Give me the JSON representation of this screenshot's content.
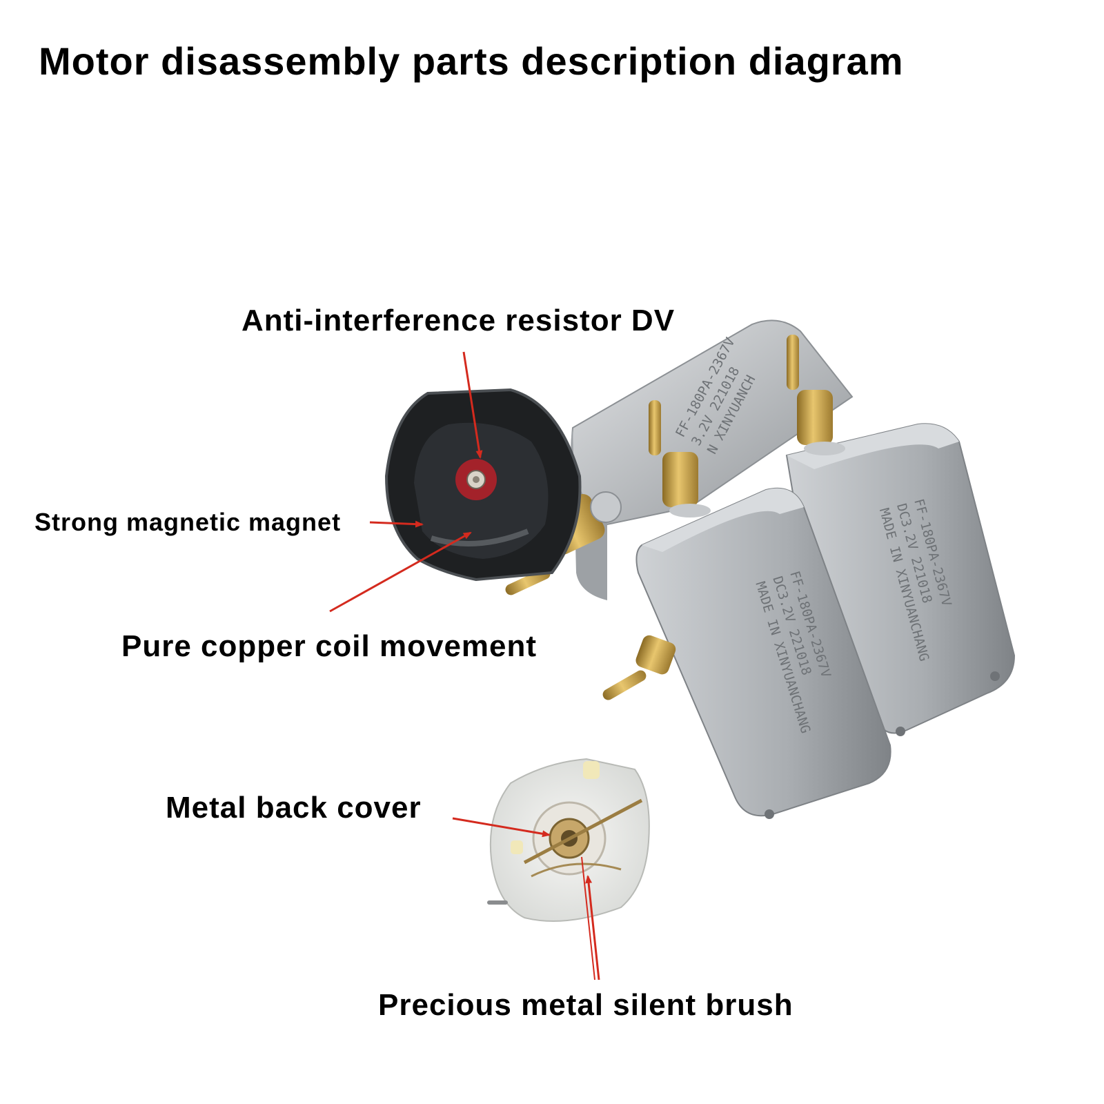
{
  "title": "Motor disassembly parts description diagram",
  "labels": {
    "anti_interference": "Anti-interference resistor DV",
    "magnet": "Strong magnetic magnet",
    "copper_coil": "Pure copper coil movement",
    "back_cover": "Metal back cover",
    "brush": "Precious metal silent brush"
  },
  "motor_markings": {
    "line1": "FF-180PA-2367V",
    "line2": "DC3.2V  221018",
    "line3": "MADE IN XINYUANCHANG",
    "partial_line1": "FF-180PA-2367V",
    "partial_line2": "3.2V  221018",
    "partial_line3": "N XINYUANCH"
  },
  "colors": {
    "arrow": "#d42a1e",
    "brass": "#c9a24a",
    "metal": "#b9bcbf"
  }
}
